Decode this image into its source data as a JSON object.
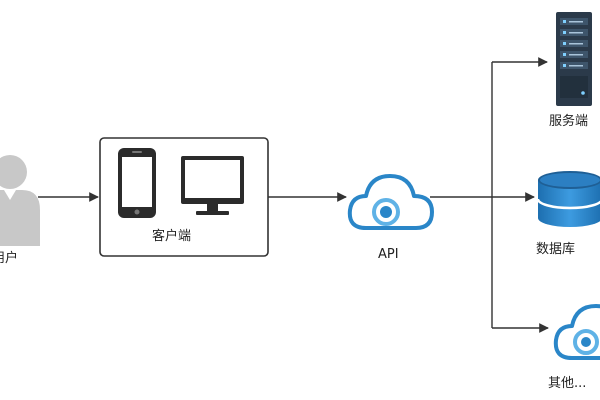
{
  "nodes": {
    "user": {
      "label": "用户"
    },
    "client": {
      "label": "客户端"
    },
    "api": {
      "label": "API"
    },
    "server": {
      "label": "服务端"
    },
    "database": {
      "label": "数据库"
    },
    "other": {
      "label": "其他..."
    }
  },
  "icons": {
    "user": "user-icon",
    "phone": "smartphone-icon",
    "monitor": "desktop-monitor-icon",
    "api": "cloud-icon",
    "server": "server-rack-icon",
    "database": "database-cylinder-icon",
    "other": "cloud-icon"
  },
  "colors": {
    "accent": "#2a86c8",
    "accent_light": "#5fb2e6",
    "device_dark": "#2b2b2b",
    "user_gray": "#c8c8c8",
    "line": "#333333"
  }
}
